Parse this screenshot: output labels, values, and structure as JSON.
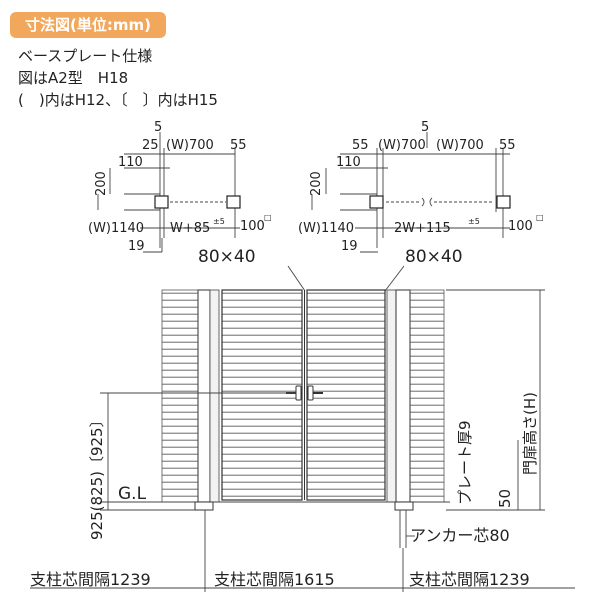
{
  "header": {
    "badge": "寸法図(単位:mm)",
    "spec_line": "ベースプレート仕様",
    "model_line": "図はA2型　H18",
    "paren_line": "(　)内はH12、〔　〕内はH15"
  },
  "plan_single": {
    "d5": "5",
    "d25": "25",
    "width": "(W)700",
    "d55": "55",
    "d200": "200",
    "d110": "110",
    "total": "(W)1140",
    "opening": "W+85",
    "tol": "±5",
    "post": "100",
    "sq": "□",
    "d19": "19"
  },
  "plan_double": {
    "d5": "5",
    "d55a": "55",
    "width_a": "(W)700",
    "width_b": "(W)700",
    "d55b": "55",
    "d200": "200",
    "d110": "110",
    "total": "(W)1140",
    "opening": "2W+115",
    "tol": "±5",
    "post": "100",
    "sq": "□",
    "d19": "19"
  },
  "elevation": {
    "post_left": "80×40",
    "post_right": "80×40",
    "height_label": "門扉高さ(H)",
    "plate": "プレート厚9",
    "d50": "50",
    "gl": "G.L",
    "vertical_dim": "925(825)〔925〕",
    "anchor": "アンカー芯80",
    "span_left": "支柱芯間隔1239",
    "span_center": "支柱芯間隔1615",
    "span_right": "支柱芯間隔1239"
  }
}
